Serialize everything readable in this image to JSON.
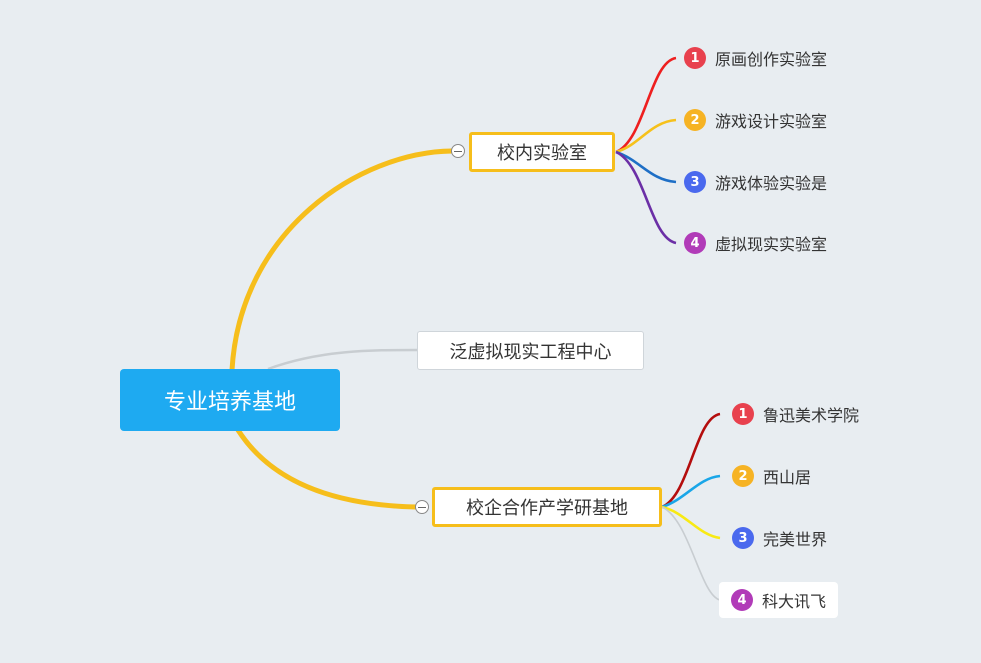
{
  "root": {
    "label": "专业培养基地"
  },
  "branches": [
    {
      "label": "校内实验室",
      "children": [
        {
          "num": "1",
          "label": "原画创作实验室",
          "badge_color": "#e8414e"
        },
        {
          "num": "2",
          "label": "游戏设计实验室",
          "badge_color": "#f6b324"
        },
        {
          "num": "3",
          "label": "游戏体验实验是",
          "badge_color": "#4a69ee"
        },
        {
          "num": "4",
          "label": "虚拟现实实验室",
          "badge_color": "#b13bb8"
        }
      ]
    },
    {
      "label": "泛虚拟现实工程中心",
      "children": []
    },
    {
      "label": "校企合作产学研基地",
      "children": [
        {
          "num": "1",
          "label": "鲁迅美术学院",
          "badge_color": "#e8414e"
        },
        {
          "num": "2",
          "label": "西山居",
          "badge_color": "#f6b324"
        },
        {
          "num": "3",
          "label": "完美世界",
          "badge_color": "#4a69ee"
        },
        {
          "num": "4",
          "label": "科大讯飞",
          "badge_color": "#b13bb8"
        }
      ]
    }
  ],
  "colors": {
    "background": "#e8edf1",
    "root": "#1eaaf1",
    "branch_line": "#f6be1b",
    "neutral_line": "#c8cdd1"
  }
}
